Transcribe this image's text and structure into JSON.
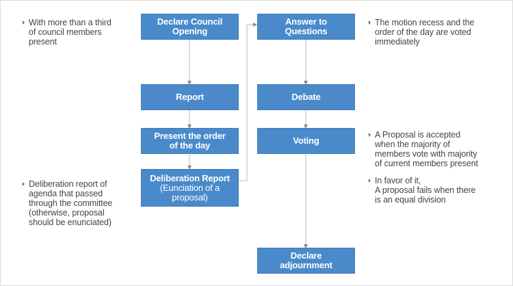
{
  "nodes": {
    "declare_council_opening": {
      "line1": "Declare Council",
      "line2": "Opening"
    },
    "report": {
      "label": "Report"
    },
    "present_order": {
      "line1": "Present the order",
      "line2": "of the day"
    },
    "deliberation_report": {
      "line1": "Deliberation Report",
      "line2": "(Eunciation  of a",
      "line3": "proposal)"
    },
    "answer_questions": {
      "line1": "Answer to",
      "line2": "Questions"
    },
    "debate": {
      "label": "Debate"
    },
    "voting": {
      "label": "Voting"
    },
    "declare_adjournment": {
      "line1": "Declare",
      "line2": "adjournment"
    }
  },
  "notes": {
    "opening_quorum": [
      "With more than a third",
      "of council members",
      "present"
    ],
    "deliberation": [
      "Deliberation report of",
      "agenda that passed",
      "through the committee",
      "(otherwise, proposal",
      "should be enunciated)"
    ],
    "motion_recess": [
      "The motion recess and the",
      "order of the day are voted",
      "immediately"
    ],
    "proposal_accepted": [
      "A Proposal is accepted",
      "when the majority of",
      "members vote with majority",
      "of current members present"
    ],
    "proposal_fails": [
      "In favor of it,",
      "A proposal fails when there",
      "is an equal division"
    ]
  },
  "colors": {
    "box_fill": "#4a8acb",
    "box_text": "#ffffff",
    "connector": "#b5b5b5",
    "note_text": "#444444"
  }
}
